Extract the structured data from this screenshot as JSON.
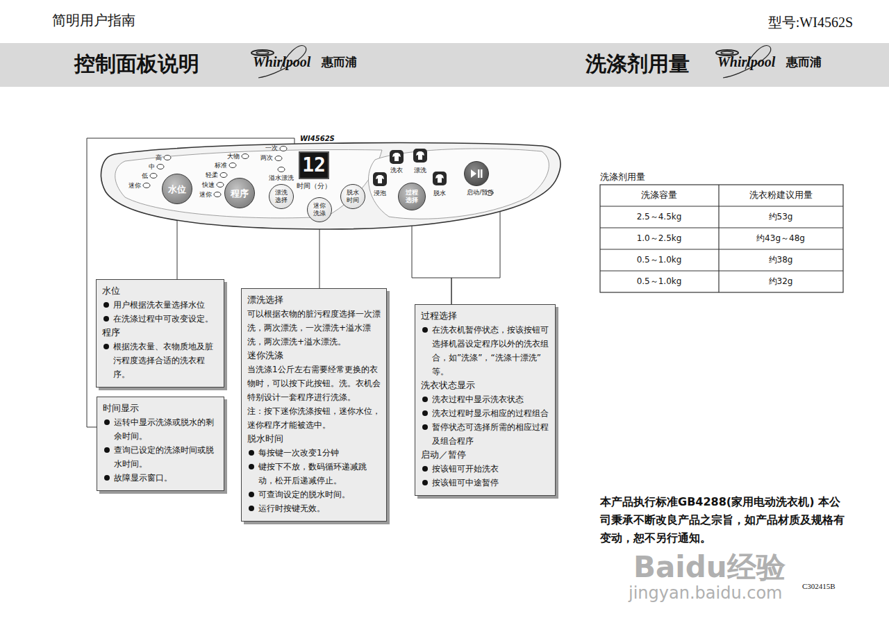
{
  "diagram": {
    "nodes": [
      {
        "text": [
          "WI4562S"
        ]
      },
      {
        "text": [
          "12"
        ],
        "in": 0
      },
      {
        "text": [
          "水位"
        ],
        "in": 0
      },
      {
        "text": [
          "程序"
        ],
        "in": 0
      },
      {
        "text": [
          "漂洗选择"
        ],
        "in": 0
      },
      {
        "text": [
          "迷你洗涤"
        ],
        "in": 0
      },
      {
        "text": [
          "脱水时间"
        ],
        "in": 0
      },
      {
        "text": [
          "过程选择"
        ],
        "in": 0
      },
      {
        "text": [
          "启动/暂停"
        ],
        "in": 0
      },
      {
        "text": [
          "水位",
          "用户根据洗衣量选择水位",
          "在洗涤过程中可改变设定。",
          "程序",
          "根据洗衣量、衣物质地及脏污程度选择合适的洗衣程序。"
        ]
      },
      {
        "text": [
          "时间显示",
          "运转中显示洗涤或脱水的剩余时间。",
          "查询已设定的洗涤时间或脱水时间。",
          "故障显示窗口。"
        ]
      },
      {
        "text": [
          "漂洗选择",
          "可以根据衣物的脏污程度选择一次漂洗，两次漂洗，一次漂洗+溢水漂洗，两次漂洗+溢水漂洗。",
          "迷你洗涤",
          "当洗涤1公斤左右需要经常更换的衣物时，可以按下此按钮。洗。衣机会特别设计一套程序进行洗涤。",
          "注：按下迷你洗涤按钮，迷你水位，迷你程序才能被选中。",
          "脱水时间",
          "每按键一次改变1分钟",
          "键按下不放，数码循环递减跳动，松开后递减停止。",
          "可查询设定的脱水时间。",
          "运行时按键无效。"
        ]
      },
      {
        "text": [
          "过程选择",
          "在洗衣机暂停状态，按该按钮可选择机器设定程序以外的洗衣组合，如”洗涤”，“洗涤十漂洗”等。",
          "洗衣状态显示",
          "洗衣过程中显示洗衣状态",
          "洗衣过程时显示相应的过程组合",
          "暂停状态可选择所需的相应过程及组合程序",
          "启动／暂停",
          "按该钮可开始洗衣",
          "按该钮可中途暂停"
        ]
      }
    ],
    "edges": [
      {
        "from": 1,
        "to": 10,
        "arrow": "none"
      },
      {
        "from": 2,
        "to": 9,
        "arrow": "none"
      },
      {
        "from": 5,
        "to": 11,
        "arrow": "none"
      },
      {
        "from": 7,
        "to": 12,
        "arrow": "none"
      },
      {
        "from": 8,
        "to": 12,
        "arrow": "none"
      }
    ],
    "labels": [
      "简明用户指南",
      "型号:WI4562S",
      "控制面板说明",
      "Whirlpool",
      "惠而浦",
      "洗涤剂用量",
      "Whirlpool",
      "惠而浦",
      "高",
      "中",
      "低",
      "迷你",
      "大物",
      "标准",
      "轻柔",
      "快速",
      "迷你",
      "一次",
      "两次",
      "溢水漂洗",
      "时间（分）",
      "洗衣",
      "漂洗",
      "浸泡",
      "脱水",
      "洗涤剂用量",
      "洗涤容量",
      "洗衣粉建议用量",
      "2.5～4.5kg",
      "约53g",
      "1.0～2.5kg",
      "约43g～48g",
      "0.5～1.0kg",
      "约38g",
      "0.5～1.0kg",
      "约32g",
      "本产品执行标准GB4288(家用电动洗衣机) 本公司秉承不断改良产品之宗旨，如产品材质及规格有变动，恕不另行通知。",
      "Baidu经验",
      "jingyan.baidu.com",
      "C302415B"
    ]
  }
}
